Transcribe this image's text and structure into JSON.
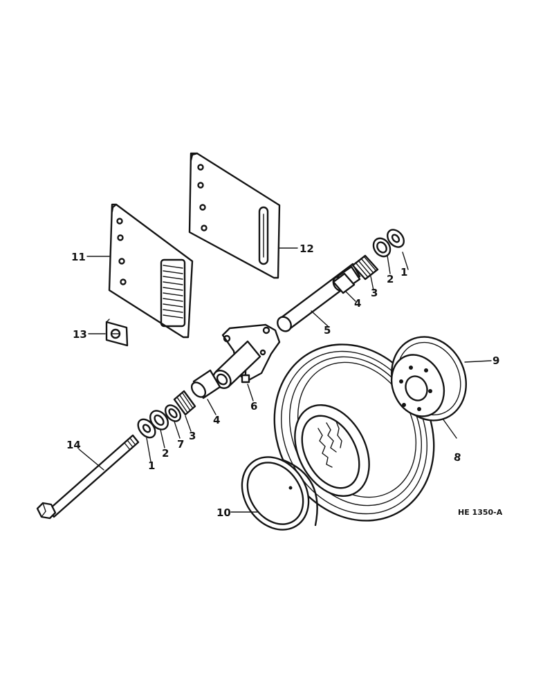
{
  "diagram": {
    "drawing_code": "HE 1350-A",
    "parts": [
      {
        "id": "part-1a",
        "label": "1"
      },
      {
        "id": "part-2a",
        "label": "2"
      },
      {
        "id": "part-3a",
        "label": "3"
      },
      {
        "id": "part-4a",
        "label": "4"
      },
      {
        "id": "part-5",
        "label": "5"
      },
      {
        "id": "part-6",
        "label": "6"
      },
      {
        "id": "part-7",
        "label": "7"
      },
      {
        "id": "part-1b",
        "label": "1"
      },
      {
        "id": "part-2b",
        "label": "2"
      },
      {
        "id": "part-3b",
        "label": "3"
      },
      {
        "id": "part-4b",
        "label": "4"
      },
      {
        "id": "part-8",
        "label": "8"
      },
      {
        "id": "part-9",
        "label": "9"
      },
      {
        "id": "part-10",
        "label": "10"
      },
      {
        "id": "part-11",
        "label": "11"
      },
      {
        "id": "part-12",
        "label": "12"
      },
      {
        "id": "part-13",
        "label": "13"
      },
      {
        "id": "part-14",
        "label": "14"
      }
    ]
  }
}
